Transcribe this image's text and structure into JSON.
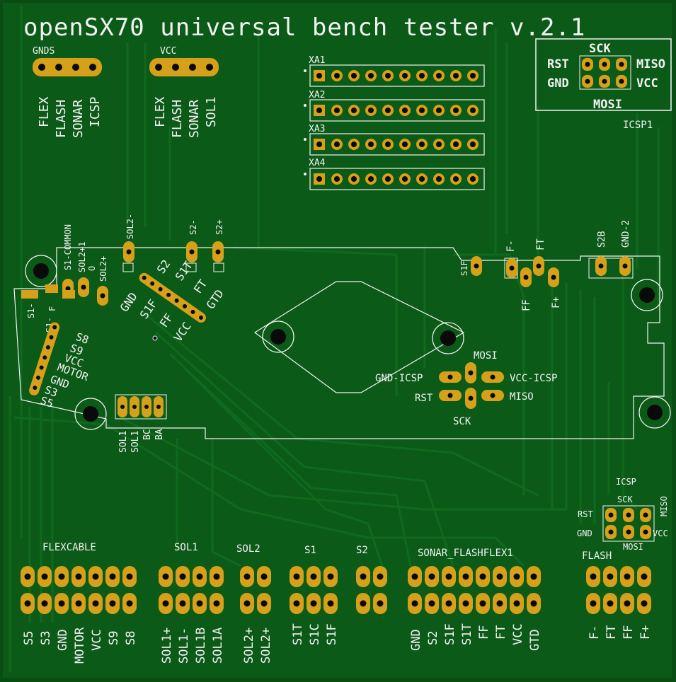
{
  "title": "openSX70 universal bench tester v.2.1",
  "colors": {
    "board": "#0a4d14",
    "board_inner": "#0c5a18",
    "trace": "#0f6a1d",
    "silk": "#f2f2f2",
    "pad": "#d6a11a",
    "hole": "#0a0a0a"
  },
  "top": {
    "gnds": {
      "label": "GNDS",
      "items": [
        "FLEX",
        "FLASH",
        "SONAR",
        "ICSP"
      ]
    },
    "vcc": {
      "label": "VCC",
      "items": [
        "FLEX",
        "FLASH",
        "SONAR",
        "SOL1"
      ]
    }
  },
  "headers": [
    "XA1",
    "XA2",
    "XA3",
    "XA4"
  ],
  "icsp_box": {
    "name": "ICSP1",
    "sck": "SCK",
    "rst": "RST",
    "miso": "MISO",
    "gnd": "GND",
    "vcc": "VCC",
    "mosi": "MOSI"
  },
  "mid_labels": {
    "sol2_minus": "SOL2-",
    "s2_minus": "S2-",
    "s2_plus": "S2+",
    "s1_common": "S1-COMMON",
    "sol2_plus1": "SOL2+1",
    "sol2_plus": "SOL2+",
    "o": "O",
    "gnd_diag": "GND",
    "s2_diag": "S2",
    "s1f_diag": "S1F",
    "s1t_diag": "S1T",
    "ff_diag": "FF",
    "ft_diag": "FT",
    "vcc_diag": "VCC",
    "gtd_diag": "GTD",
    "s1_minus": "S1-",
    "s1_minus2": "S1-",
    "s1_f": "F",
    "s1a": "S1",
    "s1b": "S1",
    "s8": "S8",
    "s9": "S9",
    "vcc2": "VCC",
    "motor": "MOTOR",
    "gnd2": "GND",
    "s3": "S3",
    "s5": "S5",
    "s1f_right": "S1F",
    "f_minus": "F-",
    "ft_right": "FT",
    "ff_right": "FF",
    "f_plus": "F+",
    "s2b": "S2B",
    "gnd_minus2": "GND-2",
    "sol1_a": "SOL1",
    "sol1_b": "SOL1",
    "bc": "BC",
    "ba": "BA"
  },
  "icsp_center": {
    "mosi": "MOSI",
    "gnd_icsp": "GND-ICSP",
    "vcc_icsp": "VCC-ICSP",
    "rst": "RST",
    "miso": "MISO",
    "sck": "SCK"
  },
  "icsp_small": {
    "title": "ICSP",
    "sck": "SCK",
    "rst": "RST",
    "miso": "MISO",
    "gnd": "GND",
    "vcc": "VCC",
    "mosi": "MOSI"
  },
  "connectors": {
    "flexcable": {
      "label": "FLEXCABLE",
      "pins": [
        "S5",
        "S3",
        "GND",
        "MOTOR",
        "VCC",
        "S9",
        "S8"
      ]
    },
    "sol1": {
      "label": "SOL1",
      "pins": [
        "SOL1+",
        "SOL1-",
        "SOL1B",
        "SOL1A"
      ]
    },
    "sol2": {
      "label": "SOL2",
      "pins": [
        "SOL2+",
        "SOL2+"
      ]
    },
    "s1": {
      "label": "S1",
      "pins": [
        "S1T",
        "S1C",
        "S1F"
      ]
    },
    "s2": {
      "label": "S2",
      "pins": []
    },
    "sonar": {
      "label": "SONAR_FLASHFLEX1",
      "pins": [
        "GND",
        "S2",
        "S1F",
        "S1T",
        "FF",
        "FT",
        "VCC",
        "GTD"
      ]
    },
    "flash": {
      "label": "FLASH",
      "pins": [
        "F-",
        "FT",
        "FF",
        "F+"
      ]
    }
  }
}
